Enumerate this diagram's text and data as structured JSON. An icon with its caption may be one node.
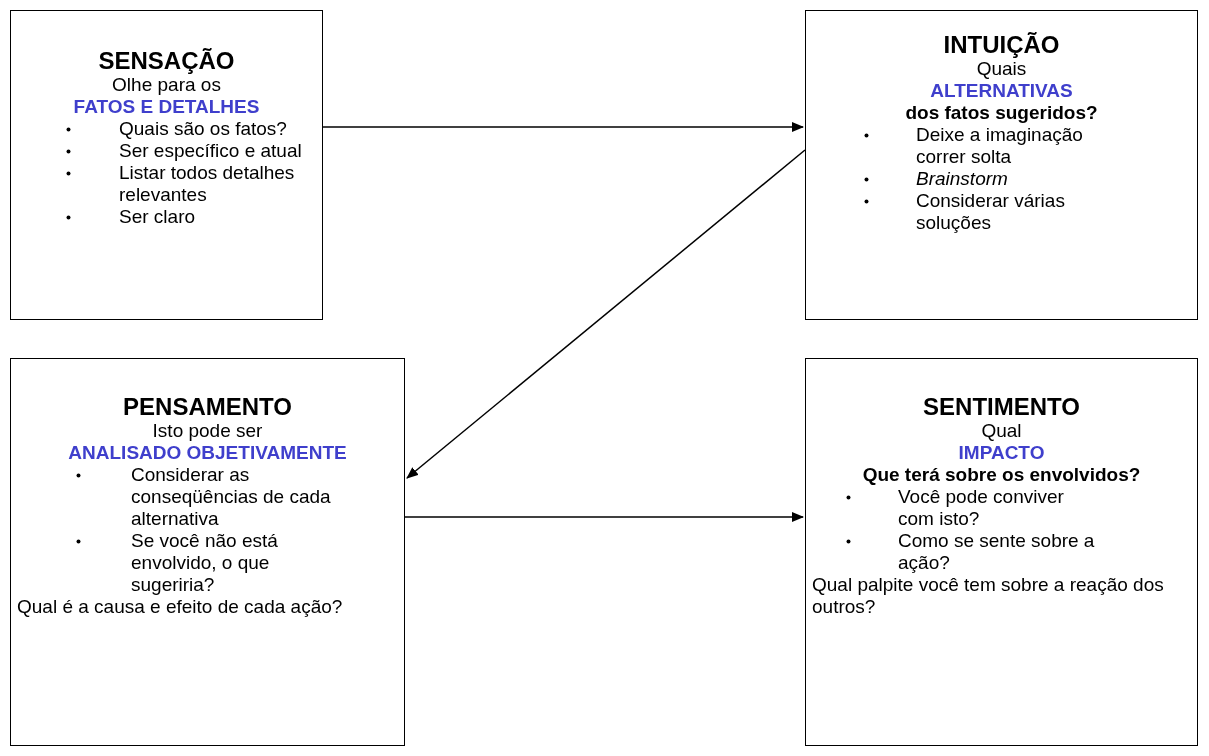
{
  "diagram": {
    "nodes": [
      {
        "text": [
          "SENSAÇÃO",
          "Olhe para os",
          "FATOS E DETALHES",
          "Quais são os fatos?",
          "Ser específico e atual",
          "Listar todos detalhes relevantes",
          "Ser claro"
        ]
      },
      {
        "text": [
          "INTUIÇÃO",
          "Quais",
          "ALTERNATIVAS",
          "dos fatos sugeridos?",
          "Deixe a imaginação correr solta",
          "Brainstorm",
          "Considerar várias soluções"
        ]
      },
      {
        "text": [
          "PENSAMENTO",
          "Isto pode ser",
          "ANALISADO OBJETIVAMENTE",
          "Considerar as conseqüências de cada alternativa",
          "Se você não está envolvido, o que sugeriria?",
          "Qual é a causa e efeito de cada ação?"
        ]
      },
      {
        "text": [
          "SENTIMENTO",
          "Qual",
          "IMPACTO",
          "Que terá sobre os envolvidos?",
          "Você pode conviver com isto?",
          "Como se sente sobre a ação?",
          "Qual palpite você tem sobre a reação dos outros?"
        ]
      }
    ],
    "edges": [
      {
        "from": 0,
        "to": 1,
        "arrow": "to"
      },
      {
        "from": 1,
        "to": 2,
        "arrow": "to"
      },
      {
        "from": 2,
        "to": 3,
        "arrow": "to"
      }
    ]
  }
}
